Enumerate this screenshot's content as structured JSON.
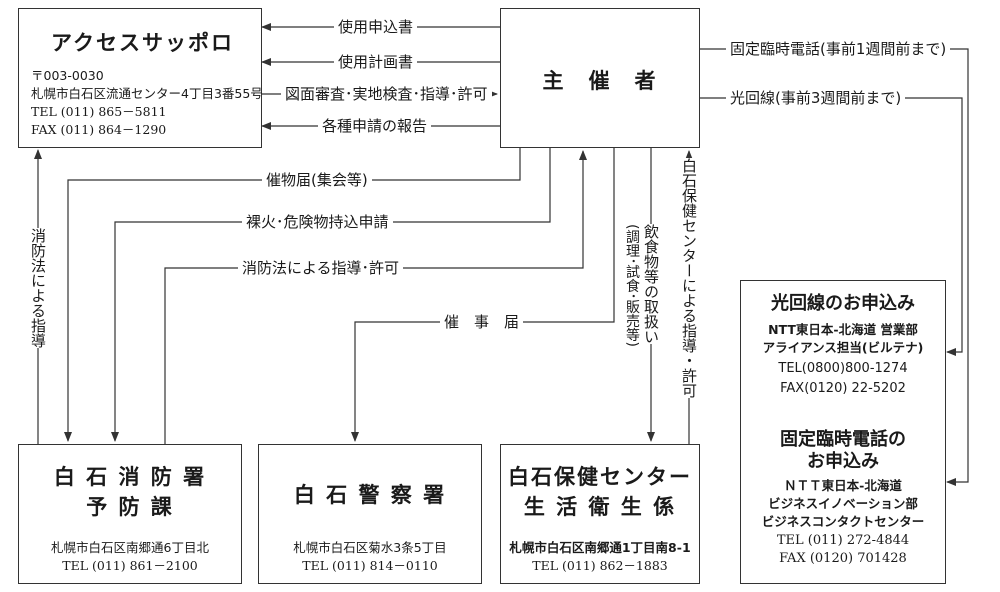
{
  "access": {
    "name": "アクセスサッポロ",
    "postal": "〒003-0030",
    "address": "札幌市白石区流通センター4丁目3番55号",
    "tel": "TEL (011) 865－5811",
    "fax": "FAX (011) 864－1290"
  },
  "organizer": {
    "name": "主　催　者"
  },
  "fire": {
    "name_line1": "白 石 消 防 署",
    "name_line2": "予 防 課",
    "address": "札幌市白石区南郷通6丁目北",
    "tel": "TEL (011) 861－2100"
  },
  "police": {
    "name": "白 石 警 察 署",
    "address": "札幌市白石区菊水3条5丁目",
    "tel": "TEL (011) 814－0110"
  },
  "health": {
    "name_line1": "白石保健センター",
    "name_line2": "生 活 衛 生 係",
    "address": "札幌市白石区南郷通1丁目南8-1",
    "tel": "TEL (011) 862－1883"
  },
  "ntt": {
    "hikari_title": "光回線のお申込み",
    "hikari_org": "NTT東日本-北海道 営業部",
    "hikari_dept": "アライアンス担当(ビルテナ)",
    "hikari_tel": "TEL(0800)800-1274",
    "hikari_fax": "FAX(0120) 22-5202",
    "phone_title1": "固定臨時電話の",
    "phone_title2": "お申込み",
    "phone_org": "ＮＴＴ東日本-北海道",
    "phone_dept1": "ビジネスイノベーション部",
    "phone_dept2": "ビジネスコンタクトセンター",
    "phone_tel": "TEL (011) 272-4844",
    "phone_fax": "FAX (0120) 701428"
  },
  "flows": {
    "use_application": "使用申込書",
    "use_plan": "使用計画書",
    "review": "図面審査･実地検査･指導･許可",
    "report": "各種申請の報告",
    "event_notice": "催物届(集会等)",
    "fire_hazard": "裸火･危険物持込申請",
    "fire_law_guidance": "消防法による指導･許可",
    "event_report": "催　事　届",
    "fire_law_left": "消防法による指導",
    "food": "飲食物等の取扱い",
    "food_sub": "(調理･試食･販売等)",
    "health_guidance": "白石保健センターによる指導・許可",
    "fixed_phone": "固定臨時電話(事前1週間前まで)",
    "fiber": "光回線(事前3週間前まで)"
  }
}
